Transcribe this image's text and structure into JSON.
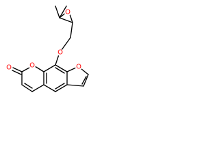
{
  "molecule": {
    "atoms": {
      "oxygen_epoxide": "O",
      "oxygen_ether": "O",
      "oxygen_furan": "O",
      "oxygen_lactone_ring": "O",
      "oxygen_carbonyl": "O"
    },
    "colors": {
      "oxygen": "#ff0000",
      "bond": "#000000",
      "background": "#ffffff"
    }
  }
}
